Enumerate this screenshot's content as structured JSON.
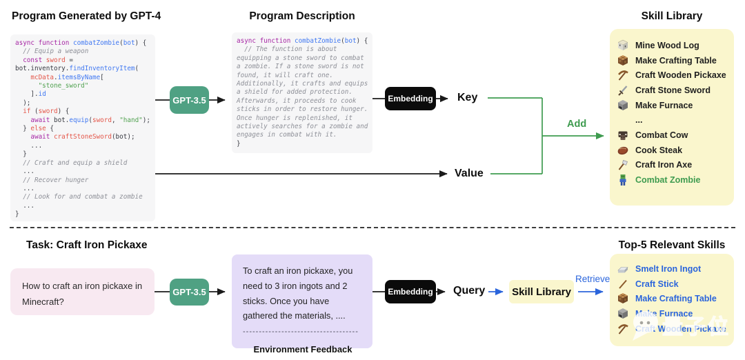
{
  "colors": {
    "teal": "#4FA183",
    "green": "#3E9B4F",
    "blue": "#2B65DC",
    "yellow": "#FAF6CD",
    "pink": "#F8E9F1",
    "purple": "#E4DCF8",
    "codebg": "#F6F6F7",
    "black": "#0B0B0B"
  },
  "top": {
    "program_heading": "Program Generated by GPT-4",
    "description_heading": "Program Description",
    "skill_library_heading": "Skill Library",
    "gpt_label": "GPT-3.5",
    "embedding_label": "Embedding",
    "key_label": "Key",
    "value_label": "Value",
    "add_label": "Add",
    "code_lines": [
      [
        [
          "kw",
          "async function "
        ],
        [
          "fn",
          "combatZombie"
        ],
        [
          "pl",
          "("
        ],
        [
          "fn",
          "bot"
        ],
        [
          "pl",
          ") {"
        ]
      ],
      [
        [
          "cm",
          "  // Equip a weapon"
        ]
      ],
      [
        [
          "kw",
          "  const "
        ],
        [
          "var",
          "sword"
        ],
        [
          "pl",
          " ="
        ]
      ],
      [
        [
          "pl",
          "bot.inventory."
        ],
        [
          "fn",
          "findInventoryItem"
        ],
        [
          "pl",
          "("
        ]
      ],
      [
        [
          "pl",
          "    "
        ],
        [
          "var",
          "mcData"
        ],
        [
          "pl",
          "."
        ],
        [
          "fn",
          "itemsByName"
        ],
        [
          "pl",
          "["
        ]
      ],
      [
        [
          "str",
          "      \"stone_sword\""
        ]
      ],
      [
        [
          "pl",
          "    ]."
        ],
        [
          "fn",
          "id"
        ]
      ],
      [
        [
          "pl",
          "  );"
        ]
      ],
      [
        [
          "pl",
          "  "
        ],
        [
          "var",
          "if"
        ],
        [
          "pl",
          " ("
        ],
        [
          "var",
          "sword"
        ],
        [
          "pl",
          ") {"
        ]
      ],
      [
        [
          "kw",
          "    await "
        ],
        [
          "pl",
          "bot."
        ],
        [
          "fn",
          "equip"
        ],
        [
          "pl",
          "("
        ],
        [
          "var",
          "sword"
        ],
        [
          "pl",
          ", "
        ],
        [
          "str",
          "\"hand\""
        ],
        [
          "pl",
          ");"
        ]
      ],
      [
        [
          "pl",
          "  } "
        ],
        [
          "var",
          "else"
        ],
        [
          "pl",
          " {"
        ]
      ],
      [
        [
          "kw",
          "    await "
        ],
        [
          "var",
          "craftStoneSword"
        ],
        [
          "pl",
          "(bot);"
        ]
      ],
      [
        [
          "pl",
          "    ..."
        ]
      ],
      [
        [
          "pl",
          "  }"
        ]
      ],
      [
        [
          "cm",
          "  // Craft and equip a shield"
        ]
      ],
      [
        [
          "pl",
          "  ..."
        ]
      ],
      [
        [
          "cm",
          "  // Recover hunger"
        ]
      ],
      [
        [
          "pl",
          "  ..."
        ]
      ],
      [
        [
          "cm",
          "  // Look for and combat a zombie"
        ]
      ],
      [
        [
          "pl",
          "  ..."
        ]
      ],
      [
        [
          "pl",
          "}"
        ]
      ]
    ],
    "description_lines": [
      [
        [
          "kw",
          "async function "
        ],
        [
          "fn",
          "combatZombie"
        ],
        [
          "pl",
          "("
        ],
        [
          "fn",
          "bot"
        ],
        [
          "pl",
          ") {"
        ]
      ],
      [
        [
          "cm",
          "  // The function is about"
        ]
      ],
      [
        [
          "cm",
          "equipping a stone sword to combat"
        ]
      ],
      [
        [
          "cm",
          "a zombie. If a stone sword is not"
        ]
      ],
      [
        [
          "cm",
          "found, it will craft one."
        ]
      ],
      [
        [
          "cm",
          "Additionally, it crafts and equips"
        ]
      ],
      [
        [
          "cm",
          "a shield for added protection."
        ]
      ],
      [
        [
          "cm",
          "Afterwards, it proceeds to cook"
        ]
      ],
      [
        [
          "cm",
          "sticks in order to restore hunger."
        ]
      ],
      [
        [
          "cm",
          "Once hunger is replenished, it"
        ]
      ],
      [
        [
          "cm",
          "actively searches for a zombie and"
        ]
      ],
      [
        [
          "cm",
          "engages in combat with it."
        ]
      ],
      [
        [
          "pl",
          "}"
        ]
      ]
    ],
    "skill_library_items": [
      {
        "icon": "wood-log",
        "label": "Mine Wood Log"
      },
      {
        "icon": "crafting-table",
        "label": "Make Crafting Table"
      },
      {
        "icon": "wooden-pickaxe",
        "label": "Craft Wooden Pickaxe"
      },
      {
        "icon": "stone-sword",
        "label": "Craft Stone Sword"
      },
      {
        "icon": "furnace",
        "label": "Make Furnace"
      },
      {
        "icon": null,
        "label": "..."
      },
      {
        "icon": "cow",
        "label": "Combat Cow"
      },
      {
        "icon": "steak",
        "label": "Cook Steak"
      },
      {
        "icon": "iron-axe",
        "label": "Craft Iron Axe"
      },
      {
        "icon": "zombie",
        "label": "Combat Zombie",
        "color": "#3E9B4F"
      }
    ]
  },
  "bottom": {
    "task_heading": "Task: Craft Iron Pickaxe",
    "top5_heading": "Top-5 Relevant Skills",
    "task_text": "How to craft an iron pickaxe in Minecraft?",
    "gpt_label": "GPT-3.5",
    "feedback_text": "To craft an iron pickaxe, you need to 3 iron ingots and 2 sticks. Once you have gathered the materials, ....",
    "feedback_divider": "------------------------------------",
    "feedback_label": "Environment Feedback",
    "embedding_label": "Embedding",
    "query_label": "Query",
    "skill_library_chip": "Skill Library",
    "retrieve_label": "Retrieve",
    "top5_items": [
      {
        "icon": "iron-ingot",
        "label": "Smelt Iron Ingot"
      },
      {
        "icon": "stick",
        "label": "Craft Stick"
      },
      {
        "icon": "crafting-table",
        "label": "Make Crafting Table"
      },
      {
        "icon": "furnace",
        "label": "Make Furnace"
      },
      {
        "icon": "wooden-pickaxe",
        "label": "Craft Wooden Pickaxe"
      }
    ],
    "watermark_text": "量子位"
  }
}
